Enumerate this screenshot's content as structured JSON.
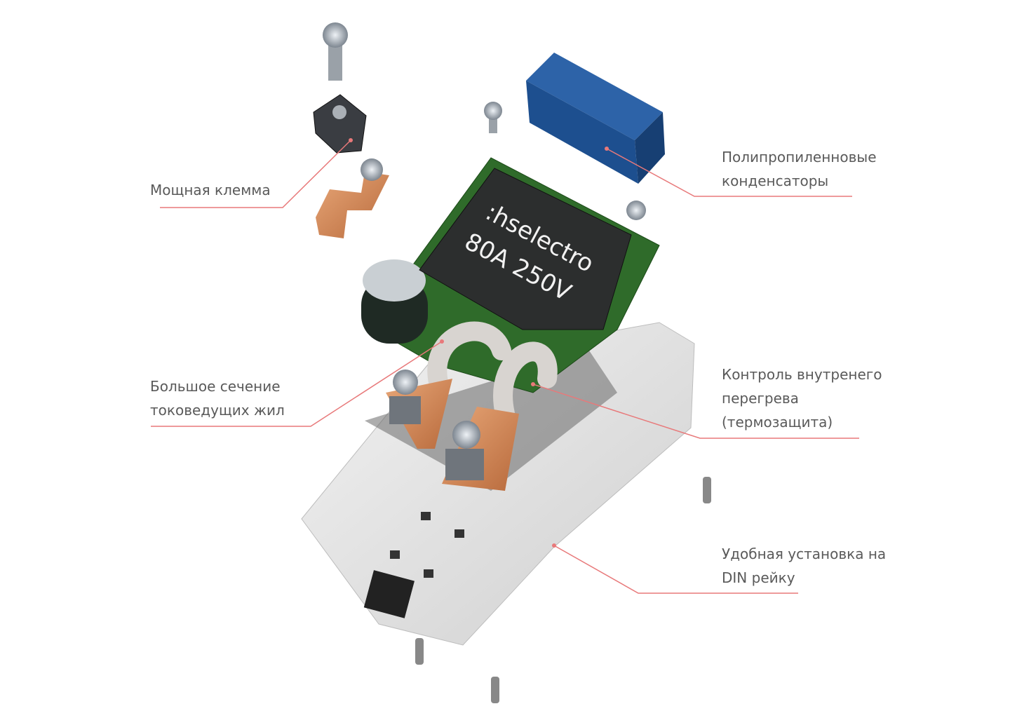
{
  "product": {
    "brand_marking": ":hselectro",
    "rating_marking": "80A 250V"
  },
  "callouts": [
    {
      "id": "terminal",
      "lines": [
        "Мощная клемма"
      ]
    },
    {
      "id": "capacitors",
      "lines": [
        "Полипропиленновые",
        "конденсаторы"
      ]
    },
    {
      "id": "conductors",
      "lines": [
        "Большое сечение",
        "токоведущих жил"
      ]
    },
    {
      "id": "overheat",
      "lines": [
        "Контроль внутренего",
        "перегрева",
        "(термозащита)"
      ]
    },
    {
      "id": "din",
      "lines": [
        "Удобная установка на",
        "DIN рейку"
      ]
    }
  ],
  "colors": {
    "leader": "#e8797a",
    "text": "#5a5a5a",
    "pcb": "#2f6b2a",
    "capacitor": "#1d4f8f"
  }
}
